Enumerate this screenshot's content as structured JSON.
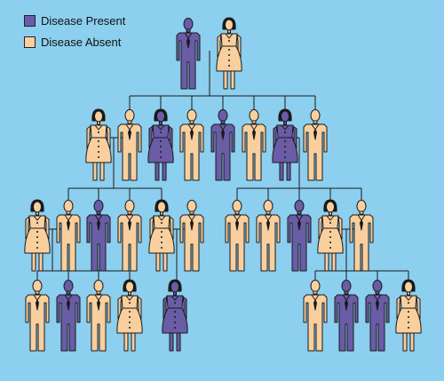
{
  "legend": [
    {
      "label": "Disease Present",
      "color": "#6a5ca6"
    },
    {
      "label": "Disease Absent",
      "color": "#f9cf9e"
    }
  ],
  "colors": {
    "background": "#8ccfee",
    "present": "#6a5ca6",
    "absent": "#f9cf9e",
    "outline": "#1a1a1a"
  },
  "family": [
    {
      "id": "g1m",
      "generation": 1,
      "sex": "male",
      "status": "present"
    },
    {
      "id": "g1f",
      "generation": 1,
      "sex": "female",
      "status": "absent"
    },
    {
      "id": "g2a",
      "generation": 2,
      "sex": "female",
      "status": "absent"
    },
    {
      "id": "g2b",
      "generation": 2,
      "sex": "male",
      "status": "absent"
    },
    {
      "id": "g2c",
      "generation": 2,
      "sex": "female",
      "status": "present"
    },
    {
      "id": "g2d",
      "generation": 2,
      "sex": "male",
      "status": "absent"
    },
    {
      "id": "g2e",
      "generation": 2,
      "sex": "male",
      "status": "present"
    },
    {
      "id": "g2f",
      "generation": 2,
      "sex": "male",
      "status": "absent"
    },
    {
      "id": "g2g",
      "generation": 2,
      "sex": "female",
      "status": "present"
    },
    {
      "id": "g2h",
      "generation": 2,
      "sex": "male",
      "status": "absent"
    },
    {
      "id": "g3a",
      "generation": 3,
      "sex": "female",
      "status": "absent"
    },
    {
      "id": "g3b",
      "generation": 3,
      "sex": "male",
      "status": "absent"
    },
    {
      "id": "g3c",
      "generation": 3,
      "sex": "male",
      "status": "present"
    },
    {
      "id": "g3d",
      "generation": 3,
      "sex": "male",
      "status": "absent"
    },
    {
      "id": "g3e",
      "generation": 3,
      "sex": "female",
      "status": "absent"
    },
    {
      "id": "g3f",
      "generation": 3,
      "sex": "male",
      "status": "absent"
    },
    {
      "id": "g3g",
      "generation": 3,
      "sex": "male",
      "status": "absent"
    },
    {
      "id": "g3h",
      "generation": 3,
      "sex": "male",
      "status": "absent"
    },
    {
      "id": "g3i",
      "generation": 3,
      "sex": "male",
      "status": "present"
    },
    {
      "id": "g3j",
      "generation": 3,
      "sex": "female",
      "status": "absent"
    },
    {
      "id": "g3k",
      "generation": 3,
      "sex": "male",
      "status": "absent"
    },
    {
      "id": "g4a",
      "generation": 4,
      "sex": "male",
      "status": "absent"
    },
    {
      "id": "g4b",
      "generation": 4,
      "sex": "male",
      "status": "present"
    },
    {
      "id": "g4c",
      "generation": 4,
      "sex": "male",
      "status": "absent"
    },
    {
      "id": "g4d",
      "generation": 4,
      "sex": "female",
      "status": "absent"
    },
    {
      "id": "g4e",
      "generation": 4,
      "sex": "female",
      "status": "present"
    },
    {
      "id": "g4f",
      "generation": 4,
      "sex": "male",
      "status": "absent"
    },
    {
      "id": "g4g",
      "generation": 4,
      "sex": "male",
      "status": "present"
    },
    {
      "id": "g4h",
      "generation": 4,
      "sex": "male",
      "status": "present"
    },
    {
      "id": "g4i",
      "generation": 4,
      "sex": "female",
      "status": "absent"
    }
  ]
}
